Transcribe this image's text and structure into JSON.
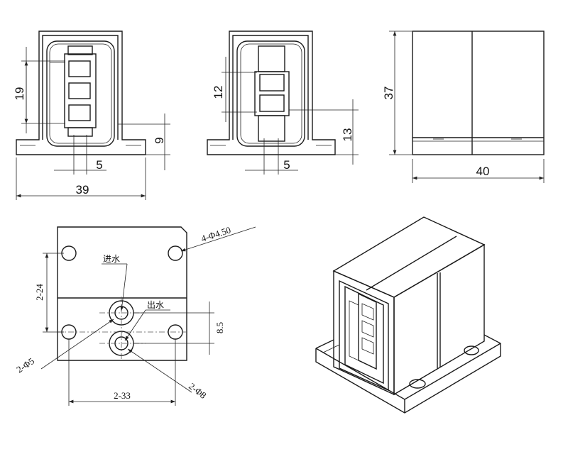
{
  "front_view": {
    "dim_height": "19",
    "dim_base": "9",
    "dim_width_small": "5",
    "dim_width": "39"
  },
  "side_view": {
    "dim_height": "12",
    "dim_base": "13",
    "dim_width_small": "5"
  },
  "top_view": {
    "dim_height": "37",
    "dim_width": "40"
  },
  "hole_view": {
    "holes_label": "4-Φ4.50",
    "pitch_vertical": "2-24",
    "pitch_horizontal": "2-33",
    "port_spacing": "8.5",
    "inlet_label": "进水",
    "outlet_label": "出水",
    "small_dia": "2-Φ5",
    "large_dia": "2-Φ8"
  },
  "colors": {
    "line": "#1a1a1a",
    "background": "#ffffff"
  }
}
